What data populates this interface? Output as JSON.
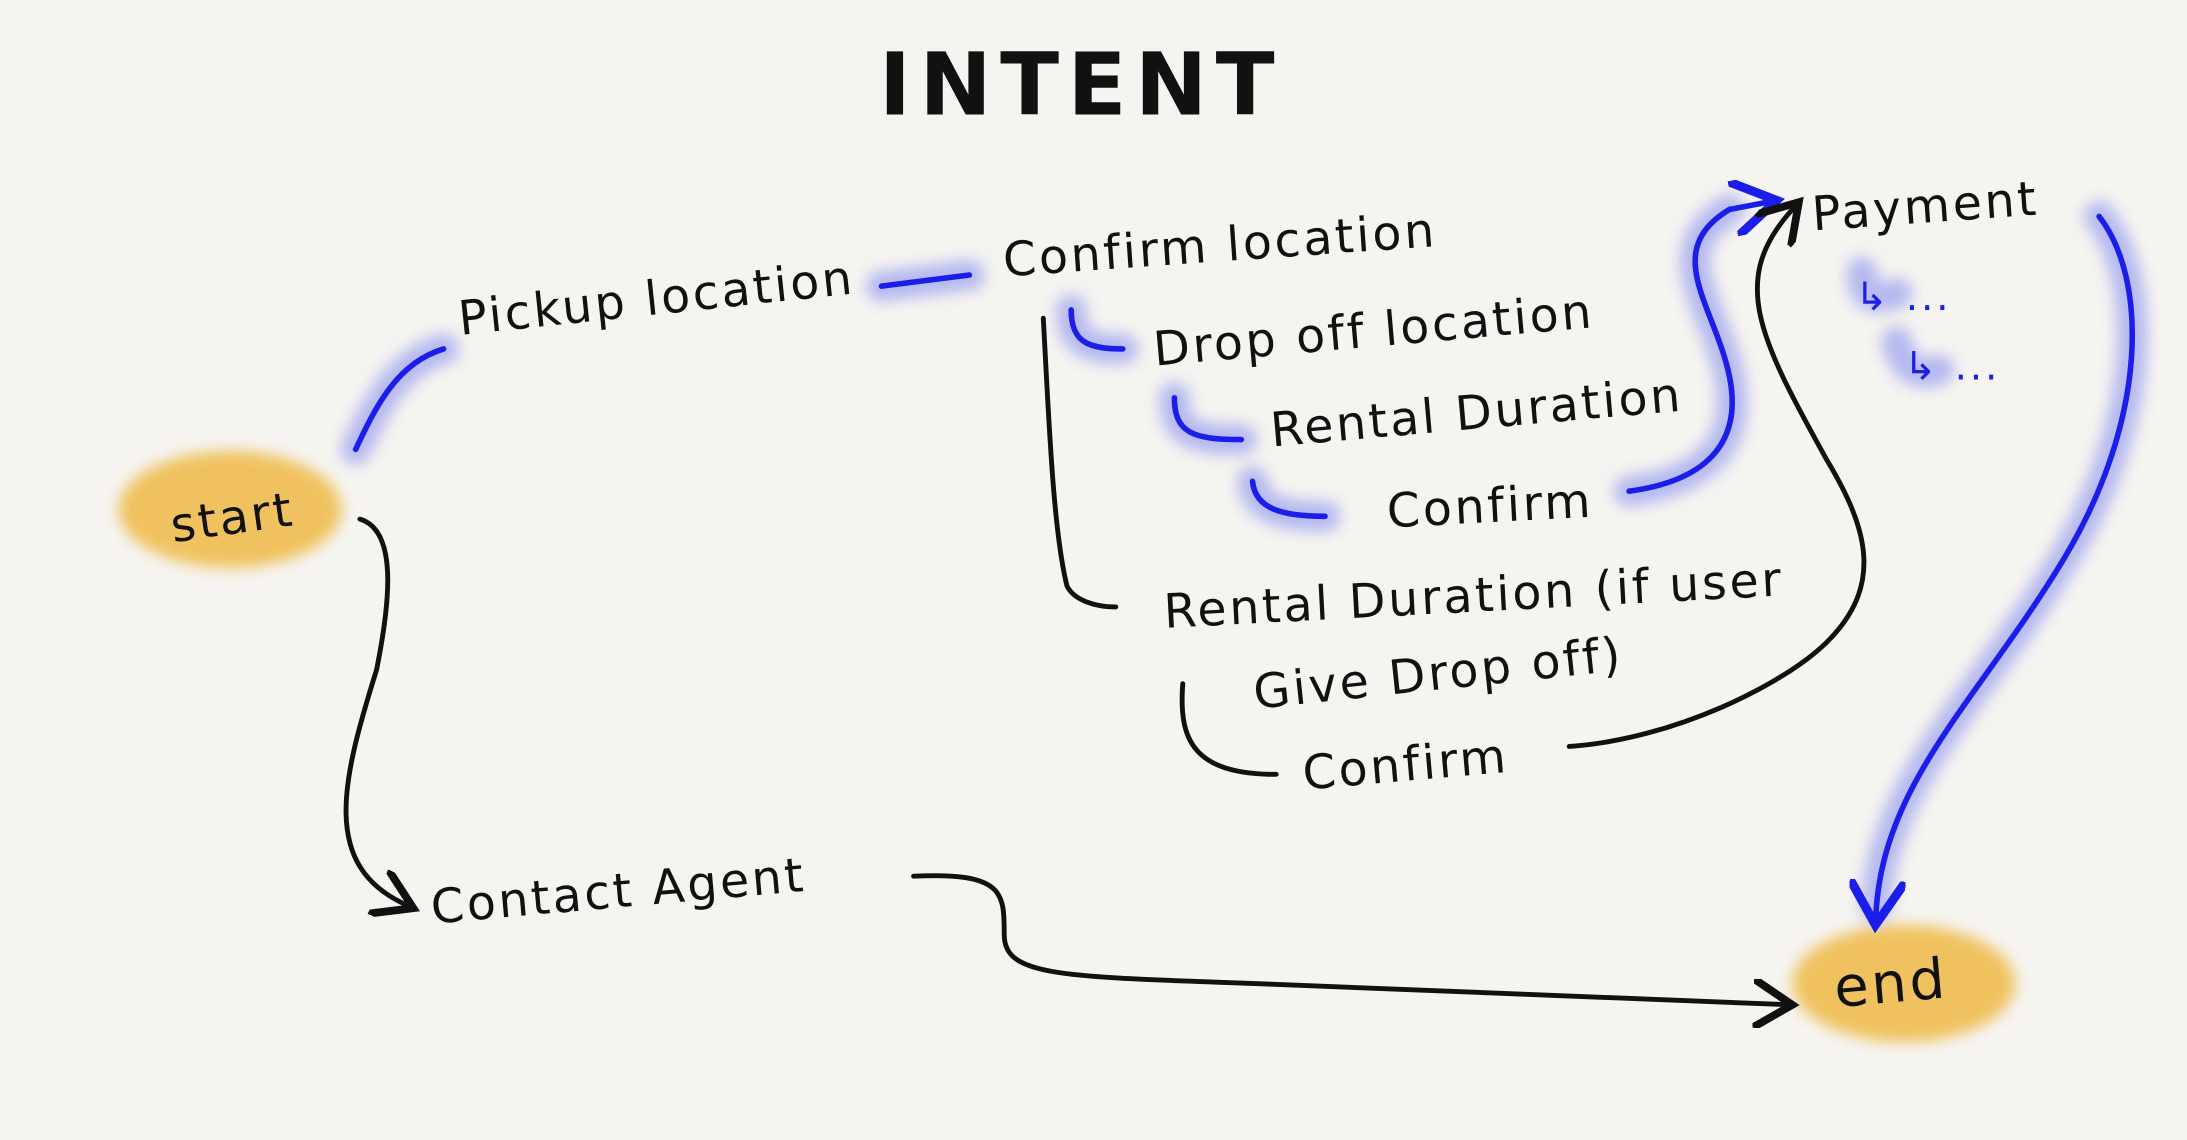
{
  "title": "INTENT",
  "nodes": {
    "start": "start",
    "end": "end",
    "pickup_location": "Pickup location",
    "confirm_location": "Confirm location",
    "drop_off_location": "Drop off location",
    "rental_duration": "Rental Duration",
    "confirm_1": "Confirm",
    "rental_duration_conditional_line1": "Rental Duration (if user",
    "rental_duration_conditional_line2": "Give Drop off)",
    "confirm_2": "Confirm",
    "payment": "Payment",
    "payment_sub_1": "↳ ...",
    "payment_sub_2": "↳ ...",
    "contact_agent": "Contact Agent"
  },
  "colors": {
    "terminal_fill": "#f0c25e",
    "highlight_path": "#1a1ee8",
    "ink": "#111111",
    "background": "#f5f4f0"
  }
}
